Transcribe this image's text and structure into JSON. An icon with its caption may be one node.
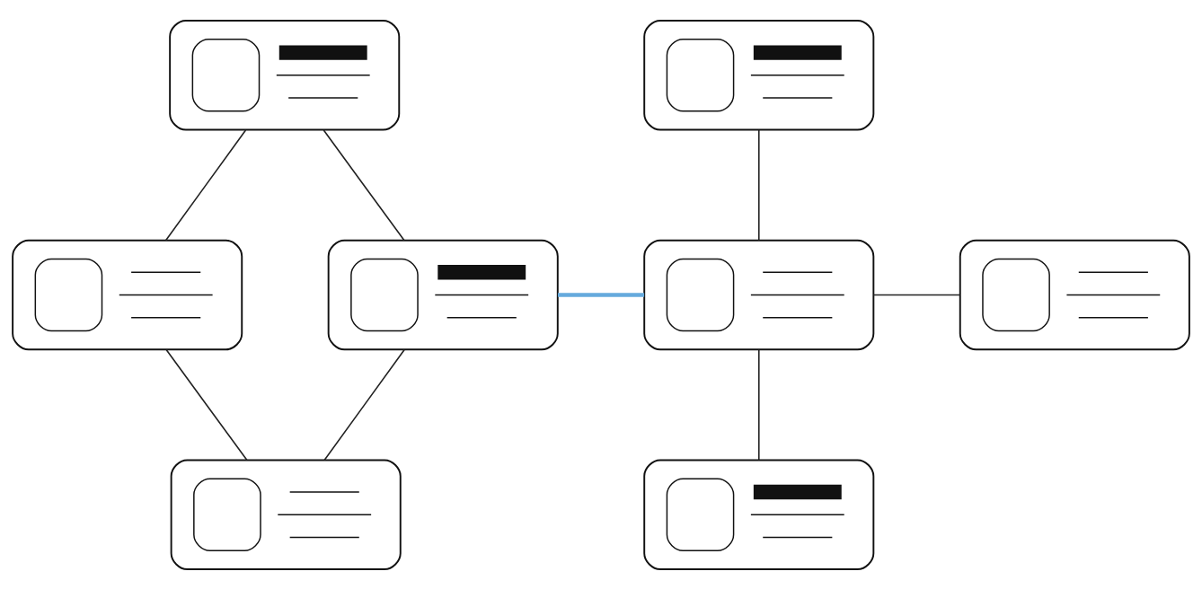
{
  "diagram": {
    "nodes": [
      {
        "text": [],
        "shape": "box"
      },
      {
        "text": [],
        "shape": "box"
      },
      {
        "text": [],
        "shape": "box"
      },
      {
        "text": [],
        "shape": "box"
      },
      {
        "text": [],
        "shape": "box"
      },
      {
        "text": [],
        "shape": "box"
      },
      {
        "text": [],
        "shape": "box"
      },
      {
        "text": [],
        "shape": "box"
      }
    ],
    "edges": [
      {
        "from": 0,
        "to": 1,
        "arrow": "none"
      },
      {
        "from": 0,
        "to": 2,
        "arrow": "none"
      },
      {
        "from": 1,
        "to": 3,
        "arrow": "none"
      },
      {
        "from": 2,
        "to": 3,
        "arrow": "none"
      },
      {
        "from": 2,
        "to": 5,
        "arrow": "none",
        "style": "thick",
        "color": "#66aadd"
      },
      {
        "from": 4,
        "to": 5,
        "arrow": "none"
      },
      {
        "from": 5,
        "to": 6,
        "arrow": "none"
      },
      {
        "from": 5,
        "to": 7,
        "arrow": "none"
      }
    ]
  }
}
